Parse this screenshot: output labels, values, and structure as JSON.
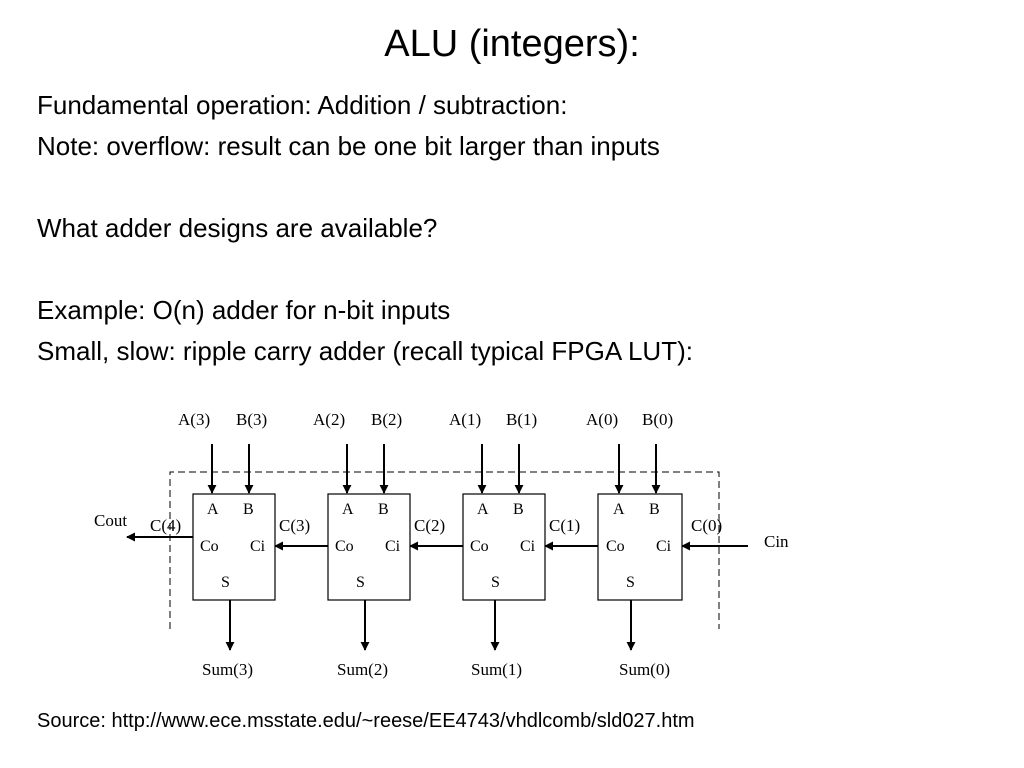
{
  "slide": {
    "title": "ALU (integers):",
    "lines": [
      "Fundamental operation:  Addition / subtraction:",
      "Note:  overflow: result can be one bit larger than inputs",
      "What adder designs are available?",
      "Example:  O(n) adder for n-bit inputs",
      "Small, slow:  ripple carry adder (recall typical FPGA LUT):"
    ],
    "source": "Source: http://www.ece.msstate.edu/~reese/EE4743/vhdlcomb/sld027.htm"
  },
  "diagram": {
    "cells": [
      {
        "in_a": "A(3)",
        "in_b": "B(3)",
        "port_a": "A",
        "port_b": "B",
        "port_co": "Co",
        "port_ci": "Ci",
        "port_s": "S",
        "sum": "Sum(3)",
        "carry_out": "C(4)"
      },
      {
        "in_a": "A(2)",
        "in_b": "B(2)",
        "port_a": "A",
        "port_b": "B",
        "port_co": "Co",
        "port_ci": "Ci",
        "port_s": "S",
        "sum": "Sum(2)",
        "carry_out": "C(3)"
      },
      {
        "in_a": "A(1)",
        "in_b": "B(1)",
        "port_a": "A",
        "port_b": "B",
        "port_co": "Co",
        "port_ci": "Ci",
        "port_s": "S",
        "sum": "Sum(1)",
        "carry_out": "C(2)"
      },
      {
        "in_a": "A(0)",
        "in_b": "B(0)",
        "port_a": "A",
        "port_b": "B",
        "port_co": "Co",
        "port_ci": "Ci",
        "port_s": "S",
        "sum": "Sum(0)",
        "carry_out": "C(1)"
      }
    ],
    "carry_in_label": "C(0)",
    "cin": "Cin",
    "cout": "Cout"
  }
}
